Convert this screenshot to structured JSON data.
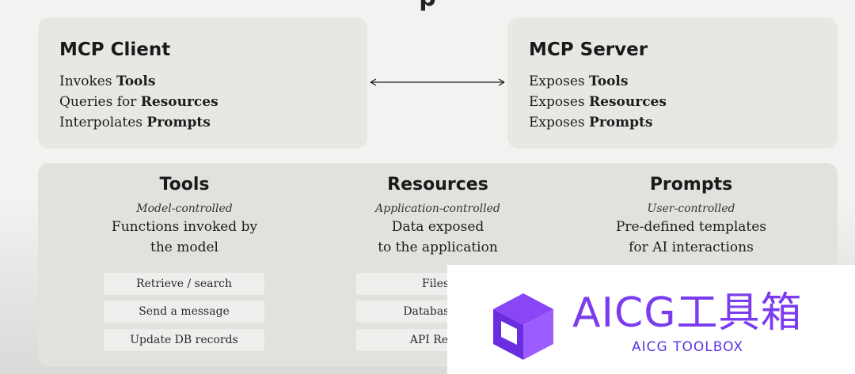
{
  "client": {
    "title": "MCP Client",
    "lines": [
      {
        "prefix": "Invokes ",
        "bold": "Tools"
      },
      {
        "prefix": "Queries for ",
        "bold": "Resources"
      },
      {
        "prefix": "Interpolates ",
        "bold": "Prompts"
      }
    ]
  },
  "server": {
    "title": "MCP Server",
    "lines": [
      {
        "prefix": "Exposes ",
        "bold": "Tools"
      },
      {
        "prefix": "Exposes ",
        "bold": "Resources"
      },
      {
        "prefix": "Exposes ",
        "bold": "Prompts"
      }
    ]
  },
  "columns": [
    {
      "title": "Tools",
      "control": "Model-controlled",
      "desc1": "Functions invoked by",
      "desc2": "the model"
    },
    {
      "title": "Resources",
      "control": "Application-controlled",
      "desc1": "Data exposed",
      "desc2": "to the application"
    },
    {
      "title": "Prompts",
      "control": "User-controlled",
      "desc1": "Pre-defined templates",
      "desc2": "for AI interactions"
    }
  ],
  "tool_examples": [
    "Retrieve / search",
    "Send a message",
    "Update DB records"
  ],
  "resource_examples": [
    "Files",
    "Database R",
    "API Resp"
  ],
  "watermark": {
    "text": "AICG工具箱",
    "subtext": "AICG TOOLBOX",
    "color": "#7b3cf0"
  }
}
